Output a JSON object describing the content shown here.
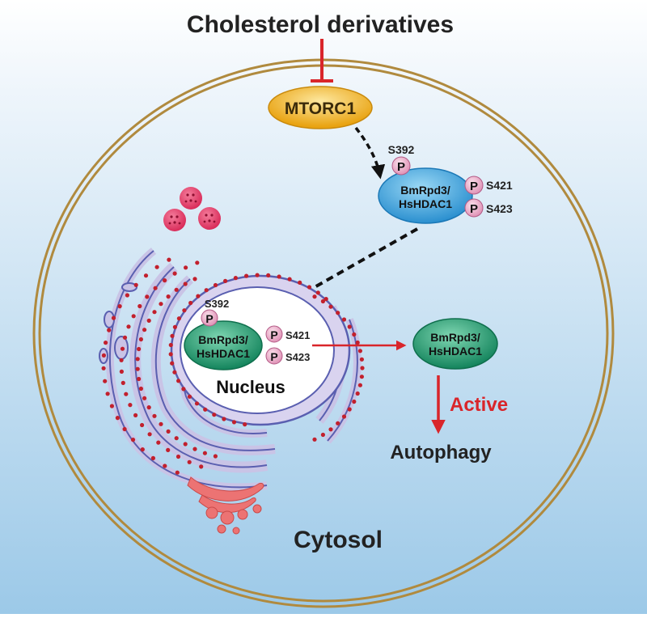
{
  "title": "Cholesterol derivatives",
  "mtorc1": "MTORC1",
  "phospho_mark": "P",
  "cytoplasmic_complex": {
    "name_line1": "BmRpd3/",
    "name_line2": "HsHDAC1",
    "sites": [
      "S392",
      "S421",
      "S423"
    ]
  },
  "nuclear_complex": {
    "name_line1": "BmRpd3/",
    "name_line2": "HsHDAC1",
    "sites": [
      "S392",
      "S421",
      "S423"
    ]
  },
  "active_complex": {
    "name_line1": "BmRpd3/",
    "name_line2": "HsHDAC1"
  },
  "nucleus_label": "Nucleus",
  "active_label": "Active",
  "outcome_label": "Autophagy",
  "compartment_label": "Cytosol",
  "colors": {
    "inhibition": "#d9252a",
    "activation": "#d9252a",
    "mtorc1_fill": "#f2b31b",
    "cyto_complex_fill": "#3aa6dc",
    "nuclear_complex_fill": "#1f9e74",
    "phospho_fill": "#e9a3c3",
    "membrane": "#b08a3e",
    "er": "#7a7fc4",
    "ribosome": "#c2202d",
    "golgi": "#e96b6b",
    "vesicle": "#e23d66"
  }
}
